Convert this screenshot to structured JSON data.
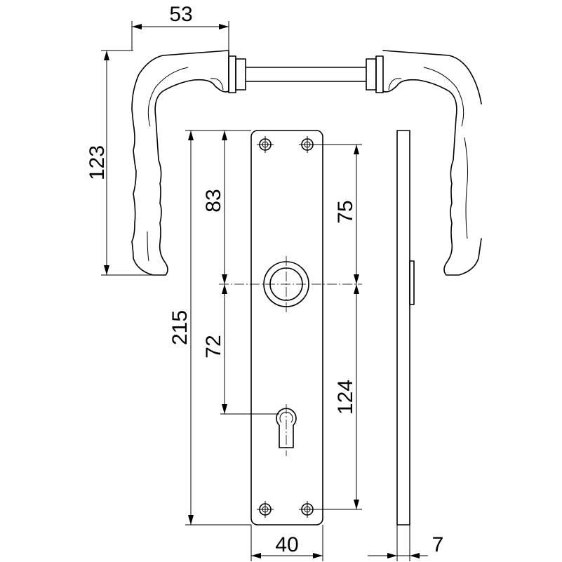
{
  "drawing": {
    "line_color": "#000000",
    "background": "#ffffff",
    "dimensions": {
      "handle_projection": "53",
      "handle_height": "123",
      "plate_height": "215",
      "upper_to_spindle": "83",
      "screw_to_spindle": "75",
      "spindle_to_keyhole": "72",
      "spindle_to_lower_screw": "124",
      "plate_width": "40",
      "plate_thickness": "7"
    }
  }
}
